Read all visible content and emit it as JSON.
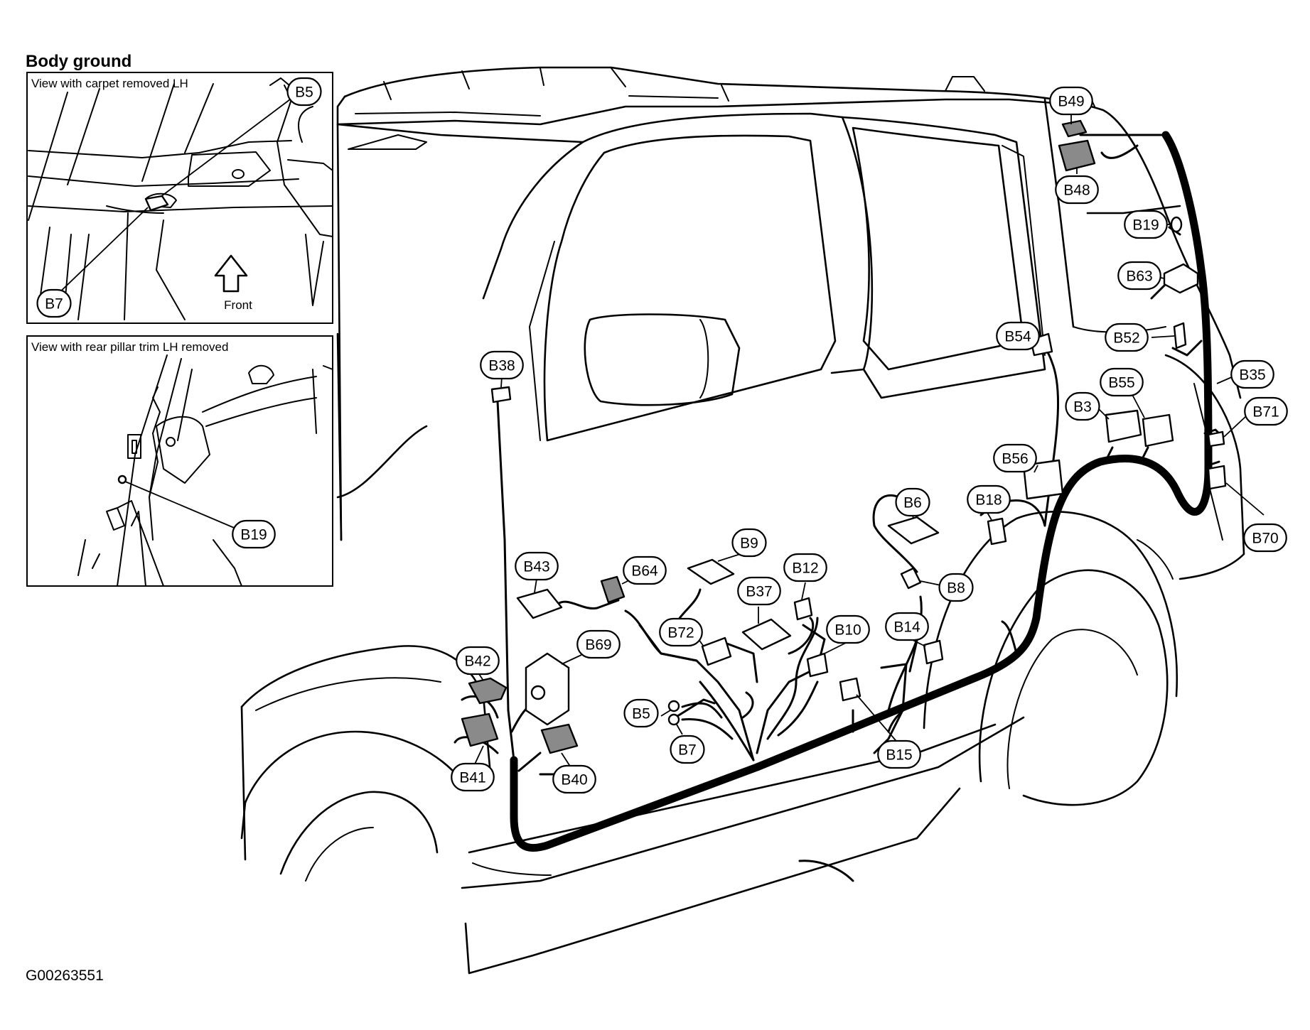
{
  "title": "Body ground",
  "insets": [
    {
      "caption": "View with carpet removed LH",
      "labels": [
        "B5",
        "B7"
      ],
      "arrow_label": "Front"
    },
    {
      "caption": "View with rear pillar trim LH removed",
      "labels": [
        "B19"
      ]
    }
  ],
  "connectors": [
    "B49",
    "B48",
    "B19",
    "B63",
    "B54",
    "B52",
    "B35",
    "B38",
    "B55",
    "B3",
    "B71",
    "B56",
    "B6",
    "B18",
    "B70",
    "B9",
    "B12",
    "B43",
    "B64",
    "B8",
    "B37",
    "B72",
    "B10",
    "B14",
    "B69",
    "B42",
    "B5",
    "B7",
    "B15",
    "B41",
    "B40"
  ],
  "figure_id": "G00263551"
}
